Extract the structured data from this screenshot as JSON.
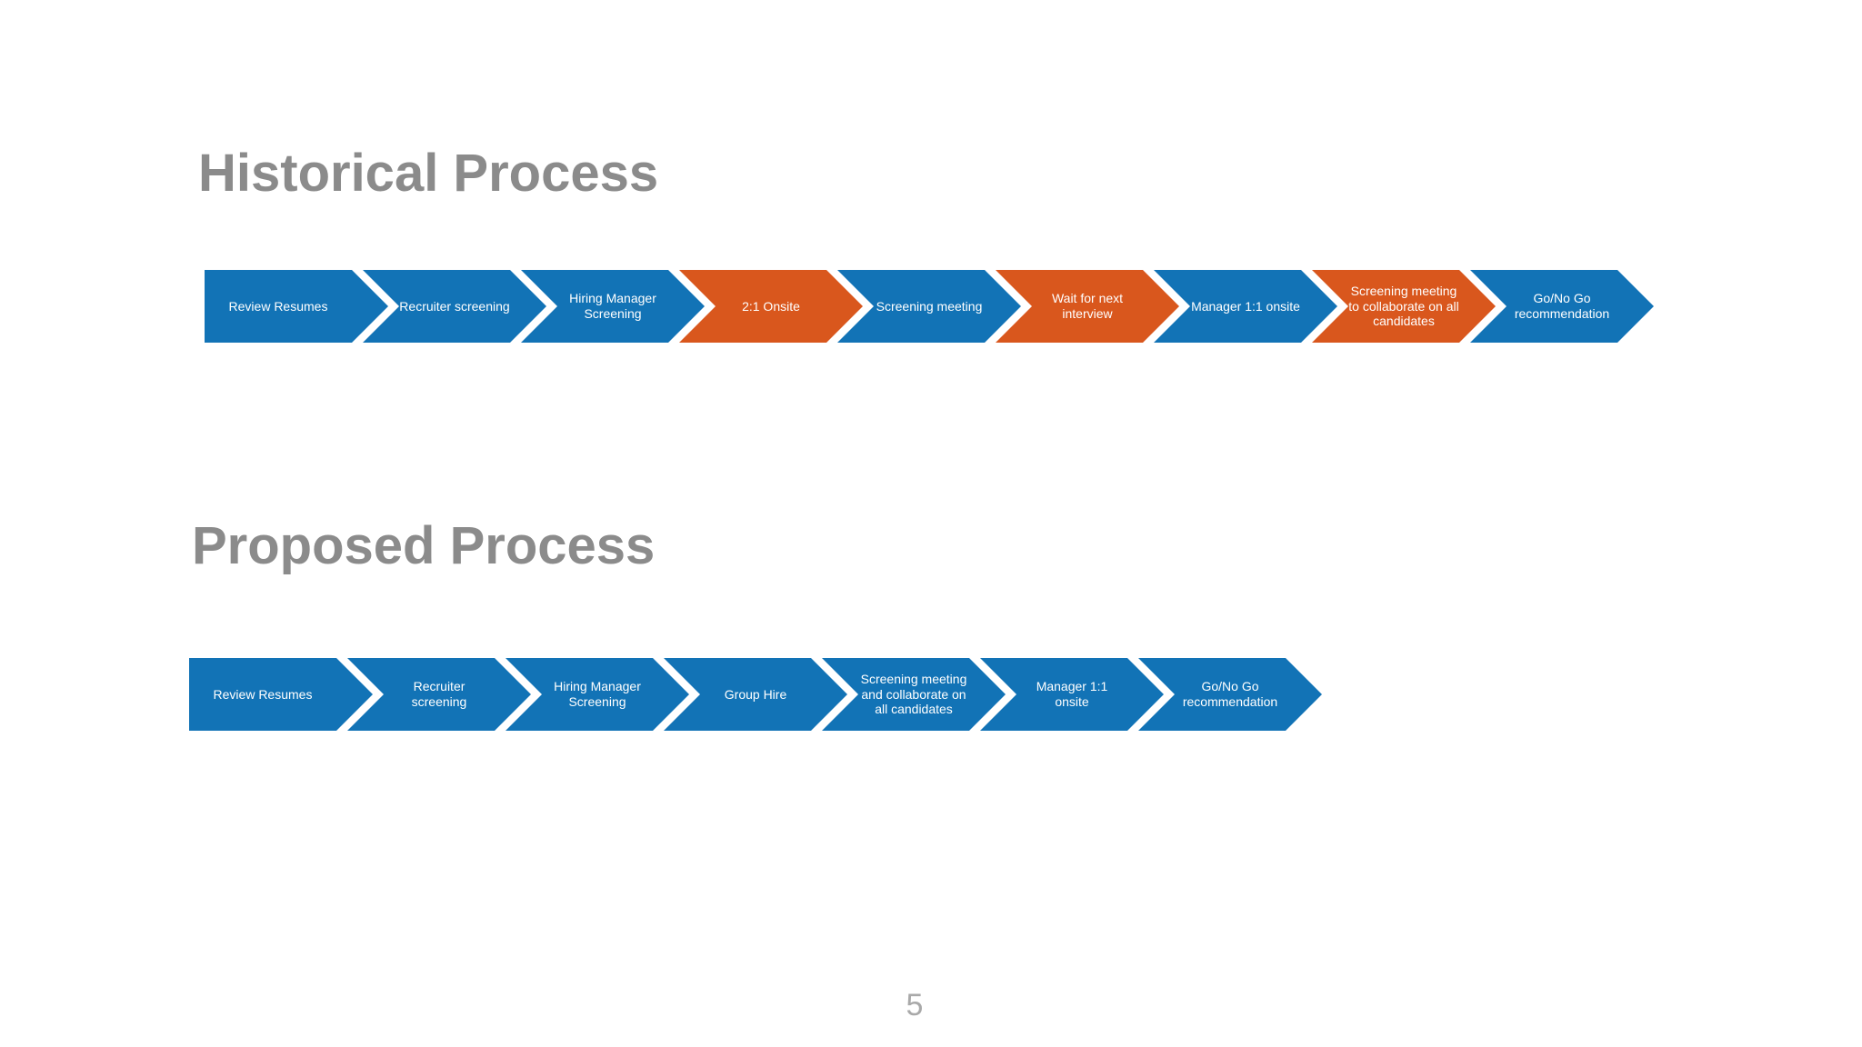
{
  "page": {
    "number": "5",
    "background": "#ffffff"
  },
  "colors": {
    "blue": "#1273B6",
    "orange": "#D9571D",
    "title_gray": "#8B8B8B",
    "page_number_gray": "#A9A9A9",
    "step_text": "#FFFFFF"
  },
  "historical": {
    "title": "Historical Process",
    "steps": [
      {
        "label": "Review Resumes",
        "color": "blue"
      },
      {
        "label": "Recruiter screening",
        "color": "blue"
      },
      {
        "label": "Hiring Manager\nScreening",
        "color": "blue"
      },
      {
        "label": "2:1 Onsite",
        "color": "orange"
      },
      {
        "label": "Screening meeting",
        "color": "blue"
      },
      {
        "label": "Wait for next\ninterview",
        "color": "orange"
      },
      {
        "label": "Manager 1:1 onsite",
        "color": "blue"
      },
      {
        "label": "Screening meeting\nto collaborate on all\ncandidates",
        "color": "orange"
      },
      {
        "label": "Go/No Go\nrecommendation",
        "color": "blue"
      }
    ]
  },
  "proposed": {
    "title": "Proposed Process",
    "steps": [
      {
        "label": "Review Resumes",
        "color": "blue"
      },
      {
        "label": "Recruiter\nscreening",
        "color": "blue"
      },
      {
        "label": "Hiring Manager\nScreening",
        "color": "blue"
      },
      {
        "label": "Group Hire",
        "color": "blue"
      },
      {
        "label": "Screening meeting\nand collaborate on\nall candidates",
        "color": "blue"
      },
      {
        "label": "Manager 1:1\nonsite",
        "color": "blue"
      },
      {
        "label": "Go/No Go\nrecommendation",
        "color": "blue"
      }
    ]
  }
}
